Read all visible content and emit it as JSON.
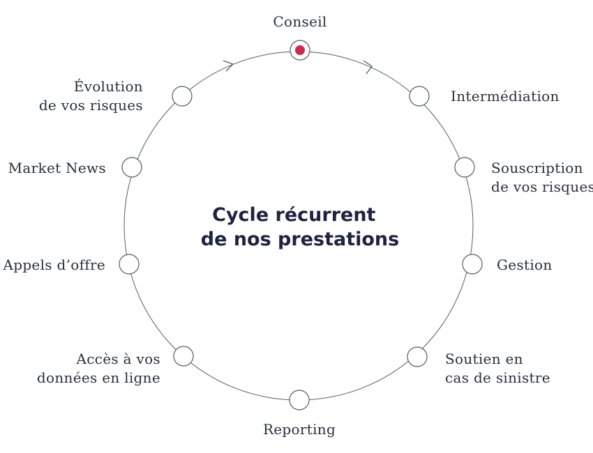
{
  "diagram": {
    "center_title_lines": [
      "Cycle récurrent",
      "de nos prestations"
    ],
    "steps": [
      {
        "lines": [
          "Conseil"
        ],
        "active": true
      },
      {
        "lines": [
          "Intermédiation"
        ],
        "active": false
      },
      {
        "lines": [
          "Souscription",
          "de vos risques"
        ],
        "active": false
      },
      {
        "lines": [
          "Gestion"
        ],
        "active": false
      },
      {
        "lines": [
          "Soutien en",
          "cas de sinistre"
        ],
        "active": false
      },
      {
        "lines": [
          "Reporting"
        ],
        "active": false
      },
      {
        "lines": [
          "Accès à vos",
          "données en ligne"
        ],
        "active": false
      },
      {
        "lines": [
          "Appels d’offre"
        ],
        "active": false
      },
      {
        "lines": [
          "Market News"
        ],
        "active": false
      },
      {
        "lines": [
          "Évolution",
          "de vos risques"
        ],
        "active": false
      }
    ],
    "colors": {
      "ring": "#555a66",
      "node_fill": "#ffffff",
      "node_stroke": "#555a66",
      "active_dot": "#d02a4a",
      "text": "#2a2d3d",
      "title": "#1f2340"
    }
  }
}
